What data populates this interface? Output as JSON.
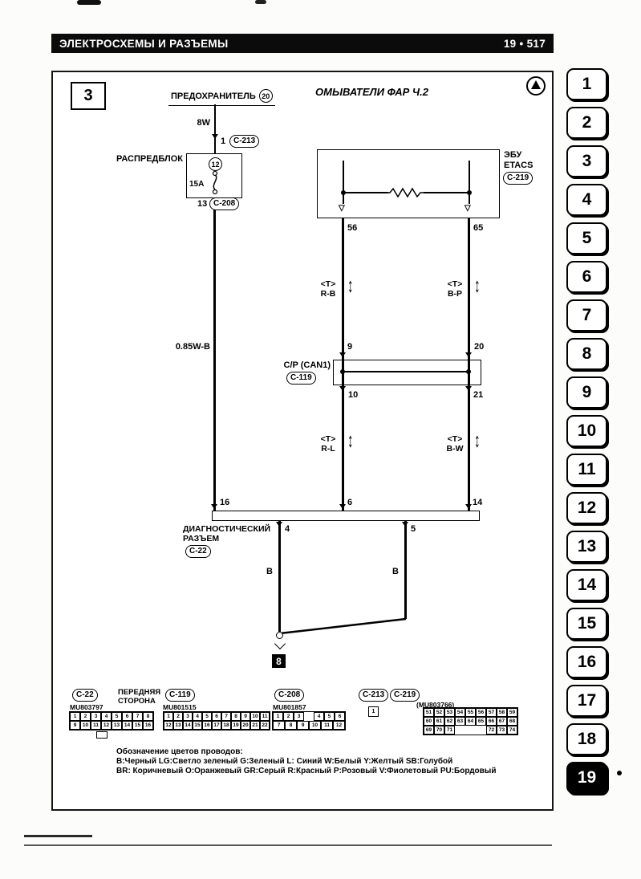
{
  "header": {
    "title": "ЭЛЕКТРОСХЕМЫ И РАЗЪЕМЫ",
    "page_ref": "19 • 517"
  },
  "tabs": {
    "items": [
      "1",
      "2",
      "3",
      "4",
      "5",
      "6",
      "7",
      "8",
      "9",
      "10",
      "11",
      "12",
      "13",
      "14",
      "15",
      "16",
      "17",
      "18",
      "19"
    ],
    "active": "19"
  },
  "diagram": {
    "figure_number": "3",
    "title": "ОМЫВАТЕЛИ ФАР Ч.2",
    "fuse": {
      "label": "ПРЕДОХРАНИТЕЛЬ",
      "number": "20"
    },
    "wires": {
      "w8": "8W",
      "w085": "0.85W-B",
      "b_left": "B",
      "b_right": "B"
    },
    "relay_block": {
      "label": "РАСПРЕДБЛОК",
      "fuse_number": "12",
      "rating": "15A"
    },
    "ecu": {
      "line1": "ЭБУ",
      "line2": "ETACS"
    },
    "can": {
      "label": "C/P (CAN1)"
    },
    "diag": {
      "line1": "ДИАГНОСТИЧЕСКИЙ",
      "line2": "РАЗЪЕМ"
    },
    "twisted": {
      "t": "<T>",
      "rb": "R-B",
      "bp": "B-P",
      "rl": "R-L",
      "bw": "B-W"
    },
    "pins": {
      "p1": "1",
      "p13": "13",
      "p56": "56",
      "p65": "65",
      "p9": "9",
      "p20": "20",
      "p10": "10",
      "p21": "21",
      "p16": "16",
      "p6": "6",
      "p14": "14",
      "p4": "4",
      "p5": "5"
    },
    "connectors": {
      "c213": "C-213",
      "c208": "C-208",
      "c219": "C-219",
      "c119": "C-119",
      "c22": "C-22"
    },
    "ground_ref": "8"
  },
  "connector_views": {
    "c22": {
      "label": "C-22",
      "side1": "ПЕРЕДНЯЯ",
      "side2": "СТОРОНА",
      "part": "MU803797",
      "rows": [
        [
          "1",
          "2",
          "3",
          "4",
          "5",
          "6",
          "7",
          "8"
        ],
        [
          "9",
          "10",
          "11",
          "12",
          "13",
          "14",
          "15",
          "16"
        ]
      ]
    },
    "c119": {
      "label": "C-119",
      "part": "MU801515",
      "rows": [
        [
          "1",
          "2",
          "3",
          "4",
          "5",
          "6",
          "7",
          "8",
          "9",
          "10",
          "11"
        ],
        [
          "12",
          "13",
          "14",
          "15",
          "16",
          "17",
          "18",
          "19",
          "20",
          "21",
          "22"
        ]
      ]
    },
    "c208": {
      "label": "C-208",
      "part": "MU801857",
      "row1a": [
        "1",
        "2",
        "3"
      ],
      "row1b": [
        "4",
        "5",
        "6"
      ],
      "row2": [
        "7",
        "8",
        "9",
        "10",
        "11",
        "12"
      ]
    },
    "c213": {
      "label": "C-213",
      "pin": "1"
    },
    "c219": {
      "label": "C-219",
      "part": "(MU803766)",
      "rows": [
        [
          "51",
          "52",
          "53",
          "54",
          "55",
          "56",
          "57",
          "58",
          "59"
        ],
        [
          "60",
          "61",
          "62",
          "63",
          "64",
          "65",
          "66",
          "67",
          "68"
        ]
      ],
      "row3a": [
        "69",
        "70",
        "71"
      ],
      "row3b": [
        "72",
        "73",
        "74"
      ]
    }
  },
  "legend": {
    "title": "Обозначение цветов проводов:",
    "line1": "B:Черный LG:Светло зеленый G:Зеленый L: Синий W:Белый Y:Желтый SB:Голубой",
    "line2": "BR: Коричневый O:Оранжевый GR:Серый R:Красный P:Розовый V:Фиолетовый PU:Бордовый"
  },
  "icons": {
    "connector_symbol": "▽",
    "twist_arrow": "↕"
  },
  "colors": {
    "ink": "#000000",
    "paper": "#ffffff"
  }
}
